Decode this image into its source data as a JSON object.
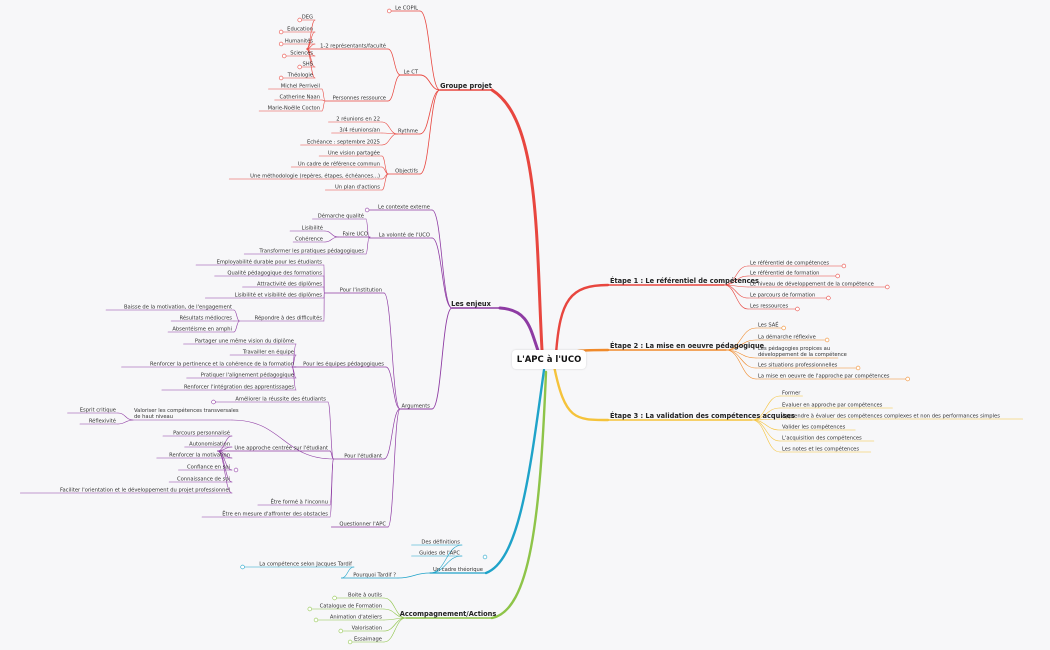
{
  "center": "L'APC à l'UCO",
  "colors": {
    "groupe": "#e8463f",
    "enjeux": "#8e3ba3",
    "cadre": "#1fa3c9",
    "accomp": "#8ec449",
    "etape1": "#e8463f",
    "etape2": "#f08a2a",
    "etape3": "#f5c33b"
  },
  "groupe": {
    "title": "Groupe projet",
    "copil": "Le COPIL",
    "ct": "Le CT",
    "reps": "1-2 représentants/faculté",
    "facs": [
      "DEG",
      "Education",
      "Humanités",
      "Sciences",
      "SHS",
      "Théologie"
    ],
    "ressource": "Personnes ressource",
    "persons": [
      "Michel Perriveil",
      "Catherine Naan",
      "Marie-Noëlle Cocton"
    ],
    "rythme": "Rythme",
    "rythme_items": [
      "2 réunions en 22",
      "3/4 réunions/an",
      "Echéance : septembre 2025"
    ],
    "objectifs": "Objectifs",
    "objectifs_items": [
      "Une vision partagée",
      "Un cadre de référence commun",
      "Une méthodologie (repères, étapes, échéances...)",
      "Un plan d'actions"
    ]
  },
  "enjeux": {
    "title": "Les enjeux",
    "contexte": "Le contexte externe",
    "volonte": "La volonté de l'UCO",
    "faire": "Faire UCO",
    "faire_items": [
      "Lisibilité",
      "Cohérence"
    ],
    "volonte_items": [
      "Démarche qualité",
      "Transformer les pratiques pédagogiques"
    ],
    "arguments": "Arguments",
    "institution": "Pour l'institution",
    "institution_items": [
      "Employabilité durable pour les étudiants",
      "Qualité pédagogique des formations",
      "Attractivité des diplômes",
      "Lisibilité et visibilité des diplômes"
    ],
    "difficultes": "Répondre à des difficultés",
    "difficultes_items": [
      "Baisse de la motivation, de l'engagement",
      "Résultats médiocres",
      "Absentéisme en amphi"
    ],
    "equipes": "Pour les équipes pédagogiques",
    "equipes_items": [
      "Partager une même vision du diplôme",
      "Travailler en équipe",
      "Renforcer la pertinence et la cohérence de la formation",
      "Pratiquer l'alignement pédagogique",
      "Renforcer l'intégration des apprentissages"
    ],
    "etudiant": "Pour l'étudiant",
    "reussite": "Améliorer la réussite des étudiants",
    "valoriser": "Valoriser les compétences transversales de haut niveau",
    "valoriser_items": [
      "Esprit critique",
      "Réflexivité"
    ],
    "approche": "Une approche centrée sur l'étudiant",
    "approche_items": [
      "Parcours personnalisé",
      "Autonomisation",
      "Renforcer la motivation",
      "Confiance en soi",
      "Connaissance de soi",
      "Faciliter l'orientation et le développement du projet professionnel",
      "Être formé à l'inconnu",
      "Être en mesure d'affronter des obstacles"
    ],
    "questionner": "Questionner l'APC"
  },
  "cadre": {
    "title": "Un cadre théorique",
    "items": [
      "Des définitions",
      "Guides de l'APC"
    ],
    "tardif": "Pourquoi Tardif ?",
    "tardif_item": "La compétence selon Jacques Tardif"
  },
  "accomp": {
    "title": "Accompagnement/Actions",
    "items": [
      "Boite à outils",
      "Catalogue de Formation",
      "Animation d'ateliers",
      "Valorisation",
      "Essaimage"
    ]
  },
  "etape1": {
    "title": "Étape 1 : Le référentiel de compétences",
    "items": [
      "Le référentiel de compétences",
      "Le référentiel de formation",
      "Le niveau de développement de la compétence",
      "Le parcours de formation",
      "Les ressources"
    ]
  },
  "etape2": {
    "title": "Étape 2 : La mise en oeuvre pédagogique",
    "items": [
      "Les SAÉ",
      "La démarche réflexive",
      "Les pédagogies propices au développement de la compétence",
      "Les situations professionnelles",
      "La mise en oeuvre de l'approche par compétences"
    ]
  },
  "etape3": {
    "title": "Étape 3 : La validation des compétences acquises",
    "items": [
      "Former",
      "Evaluer en approche par compétences",
      "Apprendre à évaluer des compétences complexes et non des performances simples",
      "Valider les compétences",
      "L'acquisition des compétences",
      "Les notes et les compétences"
    ]
  }
}
